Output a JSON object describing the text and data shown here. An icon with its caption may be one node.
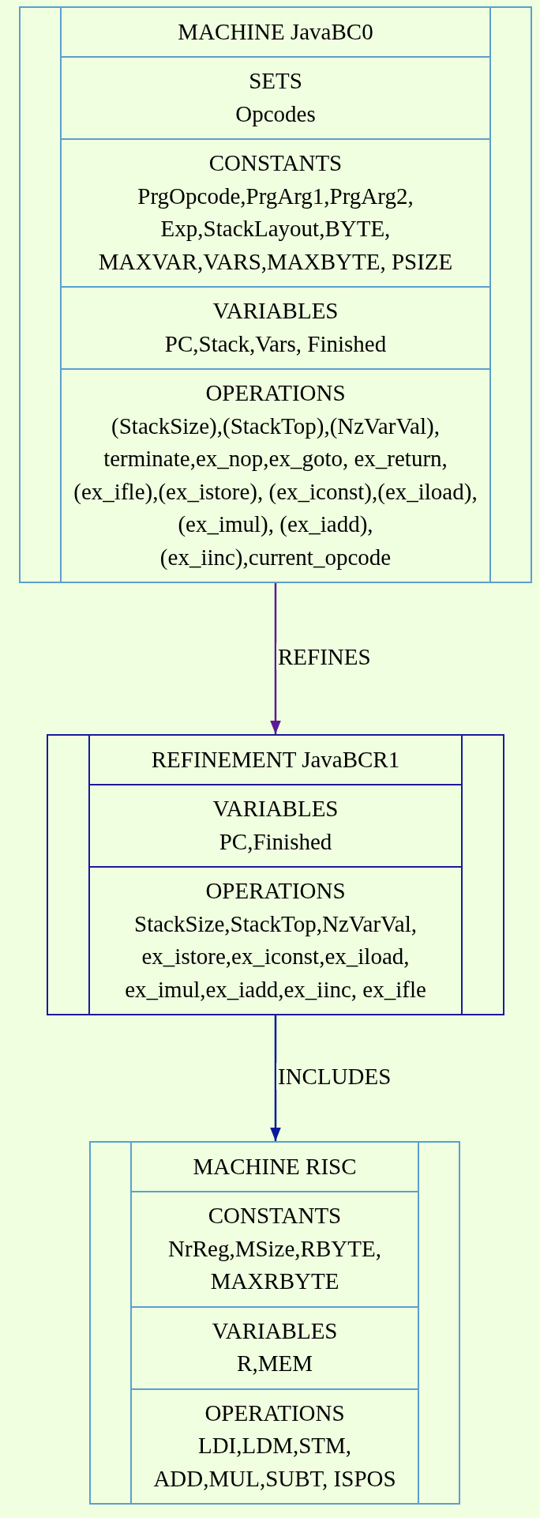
{
  "diagram": {
    "nodes": [
      {
        "text": [
          "MACHINE JavaBC0"
        ]
      },
      {
        "text": [
          "SETS",
          "Opcodes"
        ],
        "in": 0
      },
      {
        "text": [
          "CONSTANTS",
          "PrgOpcode,PrgArg1,PrgArg2, Exp,StackLayout,BYTE, MAXVAR,VARS,MAXBYTE, PSIZE"
        ],
        "in": 0
      },
      {
        "text": [
          "VARIABLES",
          "PC,Stack,Vars, Finished"
        ],
        "in": 0
      },
      {
        "text": [
          "OPERATIONS",
          "(StackSize),(StackTop),(NzVarVal), terminate,ex_nop,ex_goto, ex_return,(ex_ifle),(ex_istore), (ex_iconst),(ex_iload),(ex_imul), (ex_iadd),(ex_iinc),current_opcode"
        ],
        "in": 0
      },
      {
        "text": [
          "REFINEMENT JavaBCR1"
        ]
      },
      {
        "text": [
          "VARIABLES",
          "PC,Finished"
        ],
        "in": 5
      },
      {
        "text": [
          "OPERATIONS",
          "StackSize,StackTop,NzVarVal, ex_istore,ex_iconst,ex_iload, ex_imul,ex_iadd,ex_iinc, ex_ifle"
        ],
        "in": 5
      },
      {
        "text": [
          "MACHINE RISC"
        ]
      },
      {
        "text": [
          "CONSTANTS",
          "NrReg,MSize,RBYTE, MAXRBYTE"
        ],
        "in": 8
      },
      {
        "text": [
          "VARIABLES",
          "R,MEM"
        ],
        "in": 8
      },
      {
        "text": [
          "OPERATIONS",
          "LDI,LDM,STM, ADD,MUL,SUBT, ISPOS"
        ],
        "in": 8
      }
    ],
    "edges": [
      {
        "from": 0,
        "to": 5,
        "arrow": "to",
        "label": "REFINES",
        "color": "#5e1a96"
      },
      {
        "from": 5,
        "to": 8,
        "arrow": "to",
        "label": "INCLUDES",
        "color": "#0a1a9a"
      }
    ]
  }
}
